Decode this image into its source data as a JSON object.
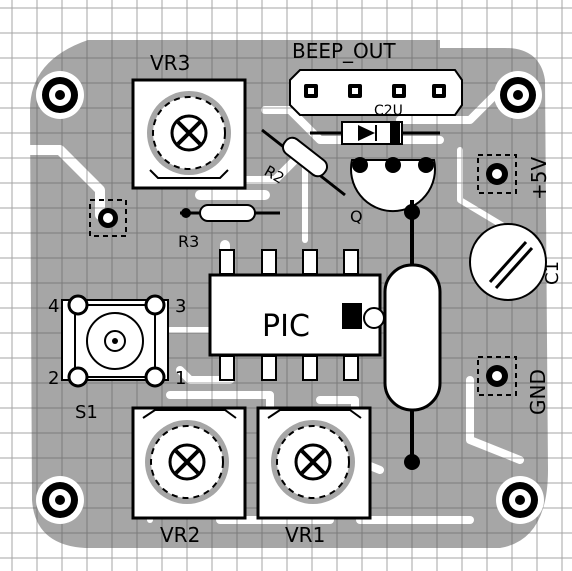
{
  "labels": {
    "beep_out": "BEEP_OUT",
    "vr3": "VR3",
    "vr2": "VR2",
    "vr1": "VR1",
    "r2": "R2",
    "r3": "R3",
    "q": "Q",
    "d": "C2U",
    "pic": "PIC",
    "s1": "S1",
    "plus5v": "+5V",
    "gnd": "GND",
    "c1": "C1",
    "pin4": "4",
    "pin3": "3",
    "pin2": "2",
    "pin1": "1"
  },
  "colors": {
    "board": "#a6a6a6",
    "grid": "#5a5a5a",
    "silk": "#000000",
    "pad": "#ffffff"
  }
}
